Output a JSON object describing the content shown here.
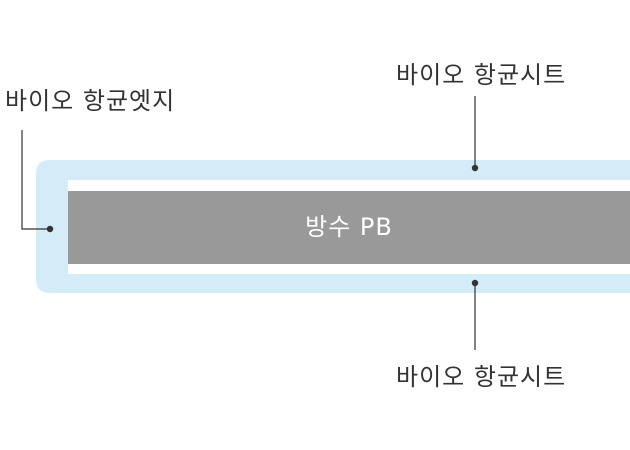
{
  "labels": {
    "edge": "바이오 항균엣지",
    "sheet_top": "바이오 항균시트",
    "sheet_bottom": "바이오 항균시트",
    "core": "방수 PB"
  },
  "colors": {
    "sheet": "#d4ebf8",
    "core": "#999999",
    "text": "#333333",
    "core_text": "#ffffff",
    "leader": "#333333"
  }
}
